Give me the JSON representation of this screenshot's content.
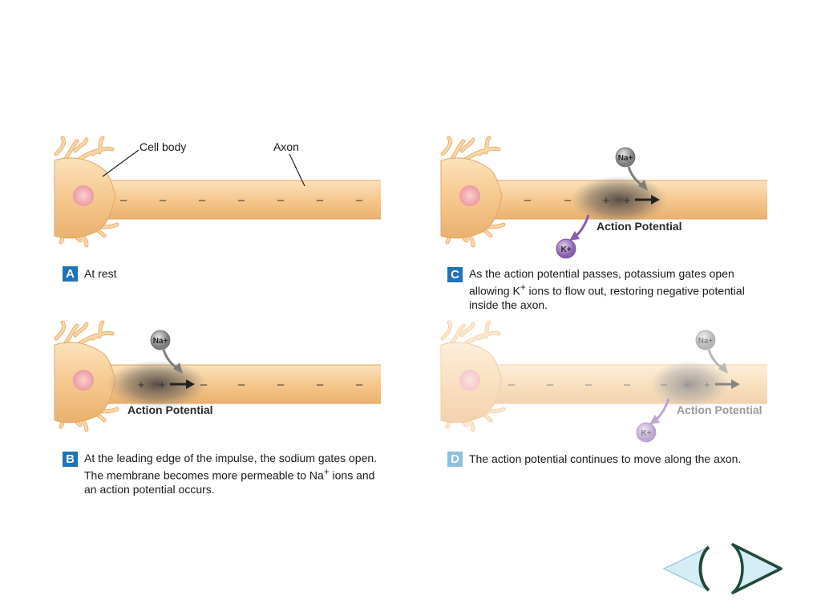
{
  "labels": {
    "cell_body": "Cell body",
    "axon": "Axon"
  },
  "panels": {
    "A": {
      "letter": "A",
      "caption": "At rest"
    },
    "B": {
      "letter": "B",
      "caption_html": "At the leading edge of the impulse, the sodium gates open.  The membrane becomes more permeable to Na<sup>+</sup> ions and an action potential occurs.",
      "caption_text": "At the leading edge of the impulse, the sodium gates open.  The membrane becomes more permeable to Na+ ions and an action potential occurs."
    },
    "C": {
      "letter": "C",
      "caption_html": "As the action potential passes, potassium gates open allowing K<sup>+</sup> ions to flow out, restoring negative potential inside the axon.",
      "caption_text": "As the action potential passes, potassium gates open allowing K+ ions to flow out, restoring negative potential inside the axon."
    },
    "D": {
      "letter": "D",
      "caption": "The action potential continues to move along the axon."
    }
  },
  "action_potential_label": "Action Potential",
  "ions": {
    "na": "Na+",
    "k": "K+"
  },
  "symbols": {
    "minus": "–",
    "plus": "+"
  },
  "nav": {
    "back_icon": "back-arrow-icon",
    "next_icon": "next-arrow-icon"
  },
  "colors": {
    "axon": "#f7cf9a",
    "badge": "#1f73b7",
    "nav_fill": "#d5eef5",
    "nav_stroke": "#1f4a3a"
  }
}
